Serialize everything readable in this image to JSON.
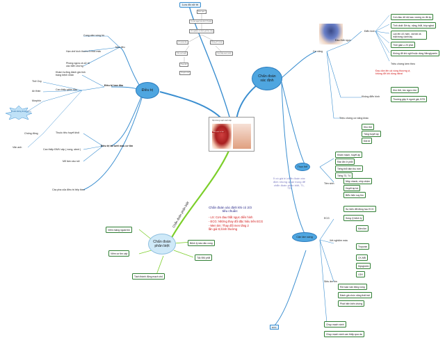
{
  "center": {
    "header": "Hội chứng mạch vành cấp",
    "image_caption": "nhồi máu cơ tim",
    "chuan_doan_text": "Chẩn đoán xác định khi có 2/3 tiêu chuẩn:",
    "criteria": [
      "- LS: Cơn đau thắt ngực điển hình",
      "- ECG: Những thay đổi đặc hiệu trên ECG",
      "- Men tim: Thay đổi men tăng 2 lần giá trị bình thường"
    ]
  },
  "branches": {
    "dieu_tri": "Điều trị",
    "chan_doan_xac_dinh": "Chẩn đoán xác định",
    "chan_doan_phan_biet": "Chẩn đoán phân biệt",
    "luu_do": "Lưu đồ xử trí",
    "chan_doan_phan_biet_line": "Chẩn đoán phân biệt"
  },
  "dieu_tri": {
    "muc_tieu": "Mục tiêu",
    "muc_tieu_items": [
      "Cung cảm vùng hồ",
      "Hạn chế kích thước ổ nhồi máu",
      "Phòng ngừa và xử trí các biến chứng"
    ],
    "dieu_tri_ban_dau": "Điều trị ban đầu",
    "dieu_tri_ban_dau_items": [
      "Khám hưởng đánh giá tình trạng bệnh nhân",
      "Can thiệp giảm đau",
      "Chống đông"
    ],
    "pain_items": [
      "Thở Oxy",
      "An thần",
      "Morphin"
    ],
    "note_bubble": "Thuốc không được dùng",
    "tai_tuoi_mau": "Điều trị tái tưới máu cơ tim",
    "tai_tuoi_mau_items": [
      "Thuốc tiêu huyết khối",
      "Can thiệp ĐMV cấp ( nong, stent )",
      "Mổ làm cầu nối"
    ],
    "van_anh": "Văn anh",
    "cac_pha": "Các pha của điều trị tiếp theo"
  },
  "flowchart": {
    "steps": [
      "Đau ngực",
      "Cơ đau ngực kéo dài ≥ 20 phút",
      "Xét nghiệm và đánh giá lâm sàng",
      "ST chênh lên",
      "Không ST chênh",
      "Tiêu sợi huyết",
      "Can thiệp mạch vành",
      "Theo dõi",
      "Chuyển viện"
    ]
  },
  "chan_doan_xac_dinh": {
    "co_nang": "Cơ năng",
    "dau_that_nguc": "Đau thắt ngực",
    "dien_hinh": "Điển hình",
    "dien_hinh_items": [
      "Cơn đau dữ dội sau xương ức đè ép",
      "Tính chất: Đè ép, nặng, thắt, bóp nghẹt",
      "Lan lên cổ, hàm, vai trái và mặt trong cánh tay",
      "Thời gian ≥ 20 phút",
      "Không đỡ khi nghỉ hoặc dùng Nitroglycerin",
      "Triệu chứng kèm theo"
    ],
    "red_note": "Đau dồn lên cả vùng thượng vị, không đỡ khi dùng nitrat",
    "khong_dien_hinh": "Không điển hình",
    "khong_dien_hinh_items": [
      "Khó thở, tức ngực nhẹ",
      "Thường gặp ở người già, ĐTĐ"
    ],
    "trieu_chung_khac": "Triệu chứng cơ năng khác",
    "trieu_chung_items": [
      "Khó thở",
      "Tăng huyết áp",
      "Đột tử"
    ],
    "thuc_the": "Thực thể",
    "thuc_the_items": [
      "Khám mạch, huyết áp",
      "Ran ẩm ở phổi",
      "Tiếng thổi tâm thu mới",
      "Tiếng T3, T4"
    ],
    "tien_tinh": "Tiền sinh",
    "tien_tinh_items": [
      "Nhịp nhanh, nhịp chậm",
      "Huyết áp tụt",
      "Biểu hiện suy tim"
    ],
    "gray_note": "Ít có giá trị chẩn đoán xác định nhưng quan trọng để chẩn đoán phân biệt, TL, TD",
    "can_lam_sang": "Cận lâm sàng",
    "cls_items": [
      "ECG",
      "Xét nghiệm máu",
      "Siêu âm tim",
      "Chụp mạch vành"
    ],
    "ecg_items": [
      "Sự biến đổi động học ECG",
      "Sóng Q bệnh lý"
    ],
    "xn_items": [
      "Men tim",
      "Troponin",
      "CK-MB",
      "Myoglobin",
      "LDH"
    ],
    "sieu_am_items": [
      "Rối loạn vận động vùng",
      "Đánh giá chức năng thất trái",
      "Phát hiện biến chứng"
    ],
    "chup_mach": "Chụp mạch vành can thiệp qua da"
  },
  "chan_doan_phan_biet": {
    "items": [
      "Viêm màng ngoài tim",
      "Bệnh lý sâu não cung",
      "Viêm cơ tim cấp",
      "Tắc ĐM phổi",
      "Tách thành động mạch chủ"
    ]
  }
}
